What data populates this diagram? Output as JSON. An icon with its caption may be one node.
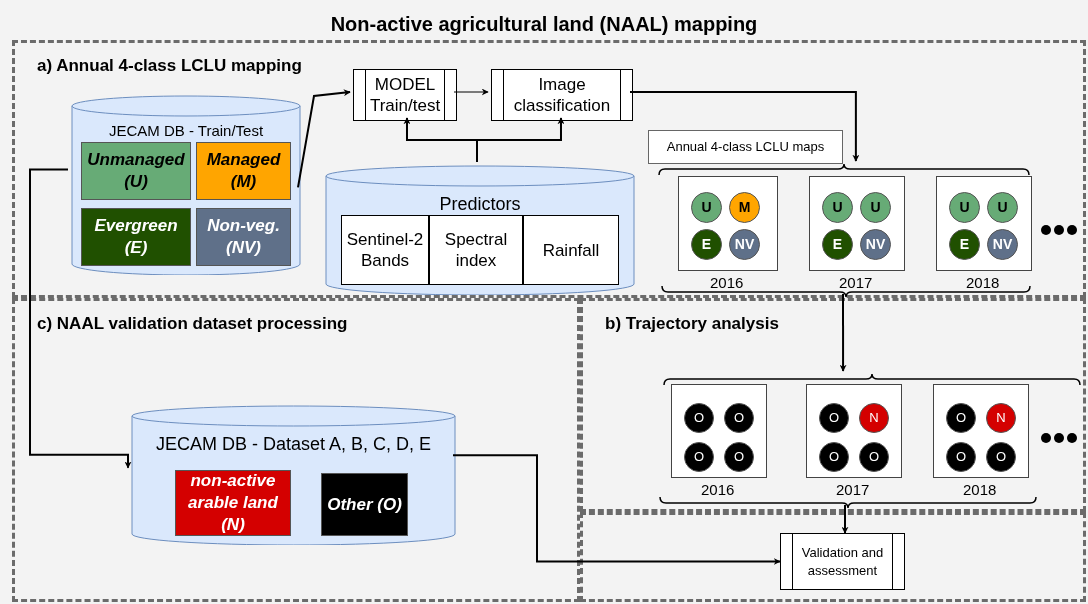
{
  "diagram": {
    "title": "Non-active agricultural land (NAAL) mapping",
    "nodes": [
      {
        "text": [
          "a) Annual 4-class LCLU mapping"
        ]
      },
      {
        "text": [
          "JECAM DB - Train/Test"
        ],
        "in": 0
      },
      {
        "text": [
          "Unmanaged (U)"
        ],
        "in": 1
      },
      {
        "text": [
          "Managed (M)"
        ],
        "in": 1
      },
      {
        "text": [
          "Evergreen (E)"
        ],
        "in": 1
      },
      {
        "text": [
          "Non-veg. (NV)"
        ],
        "in": 1
      },
      {
        "text": [
          "MODEL Train/test"
        ],
        "in": 0
      },
      {
        "text": [
          "Image classification"
        ],
        "in": 0
      },
      {
        "text": [
          "Predictors"
        ],
        "in": 0
      },
      {
        "text": [
          "Sentinel-2 Bands"
        ],
        "in": 8
      },
      {
        "text": [
          "Spectral index"
        ],
        "in": 8
      },
      {
        "text": [
          "Rainfall"
        ],
        "in": 8
      },
      {
        "text": [
          "Annual 4-class LCLU maps"
        ],
        "in": 0
      },
      {
        "text": [],
        "shape": "bracket",
        "in": 0
      },
      {
        "text": [],
        "shape": "box",
        "in": 0,
        "beside": [
          "2016"
        ]
      },
      {
        "text": [
          "U"
        ],
        "in": 14
      },
      {
        "text": [
          "M"
        ],
        "in": 14
      },
      {
        "text": [
          "E"
        ],
        "in": 14
      },
      {
        "text": [
          "NV"
        ],
        "in": 14
      },
      {
        "text": [],
        "shape": "box",
        "in": 0,
        "beside": [
          "2017"
        ]
      },
      {
        "text": [
          "U"
        ],
        "in": 19
      },
      {
        "text": [
          "U"
        ],
        "in": 19
      },
      {
        "text": [
          "E"
        ],
        "in": 19
      },
      {
        "text": [
          "NV"
        ],
        "in": 19
      },
      {
        "text": [],
        "shape": "box",
        "in": 0,
        "beside": [
          "2018"
        ]
      },
      {
        "text": [
          "U"
        ],
        "in": 24
      },
      {
        "text": [
          "U"
        ],
        "in": 24
      },
      {
        "text": [
          "E"
        ],
        "in": 24
      },
      {
        "text": [
          "NV"
        ],
        "in": 24
      },
      {
        "text": [],
        "shape": "bracket",
        "in": 0
      },
      {
        "text": [
          "c) NAAL validation dataset processing"
        ]
      },
      {
        "text": [
          "JECAM DB - Dataset A, B, C, D, E"
        ],
        "in": 30
      },
      {
        "text": [
          "non-active arable land (N)"
        ],
        "in": 31
      },
      {
        "text": [
          "Other (O)"
        ],
        "in": 31
      },
      {
        "text": [
          "b) Trajectory analysis"
        ]
      },
      {
        "text": [],
        "shape": "bracket",
        "in": 34
      },
      {
        "text": [],
        "shape": "box",
        "in": 34,
        "beside": [
          "2016"
        ]
      },
      {
        "text": [
          "O"
        ],
        "in": 36
      },
      {
        "text": [
          "O"
        ],
        "in": 36
      },
      {
        "text": [
          "O"
        ],
        "in": 36
      },
      {
        "text": [
          "O"
        ],
        "in": 36
      },
      {
        "text": [],
        "shape": "box",
        "in": 34,
        "beside": [
          "2017"
        ]
      },
      {
        "text": [
          "O"
        ],
        "in": 41
      },
      {
        "text": [
          "N"
        ],
        "in": 41
      },
      {
        "text": [
          "O"
        ],
        "in": 41
      },
      {
        "text": [
          "O"
        ],
        "in": 41
      },
      {
        "text": [],
        "shape": "box",
        "in": 34,
        "beside": [
          "2018"
        ]
      },
      {
        "text": [
          "O"
        ],
        "in": 46
      },
      {
        "text": [
          "N"
        ],
        "in": 46
      },
      {
        "text": [
          "O"
        ],
        "in": 46
      },
      {
        "text": [
          "O"
        ],
        "in": 46
      },
      {
        "text": [],
        "shape": "bracket",
        "in": 34
      },
      {
        "text": [
          "Validation and assessment"
        ]
      }
    ],
    "edges": [
      {
        "from": 1,
        "to": 6,
        "arrow": "to"
      },
      {
        "from": 6,
        "to": 7,
        "arrow": "to"
      },
      {
        "from": 8,
        "to": 6,
        "arrow": "to"
      },
      {
        "from": 8,
        "to": 7,
        "arrow": "to"
      },
      {
        "from": 7,
        "to": 13,
        "arrow": "to"
      },
      {
        "from": 29,
        "to": 35,
        "arrow": "to"
      },
      {
        "from": 51,
        "to": 52,
        "arrow": "to"
      },
      {
        "from": 1,
        "to": 31,
        "arrow": "to"
      },
      {
        "from": 31,
        "to": 52,
        "arrow": "to"
      }
    ]
  }
}
